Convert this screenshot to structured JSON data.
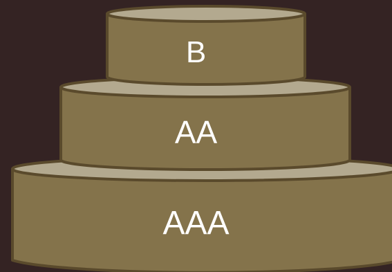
{
  "colors": {
    "background": "#342323",
    "tier_side": "#84734b",
    "tier_top": "#b3a98f",
    "tier_outline": "#5a4a2c",
    "label_text": "#ffffff"
  },
  "tiers": [
    {
      "label": "B"
    },
    {
      "label": "AA"
    },
    {
      "label": "AAA"
    }
  ]
}
